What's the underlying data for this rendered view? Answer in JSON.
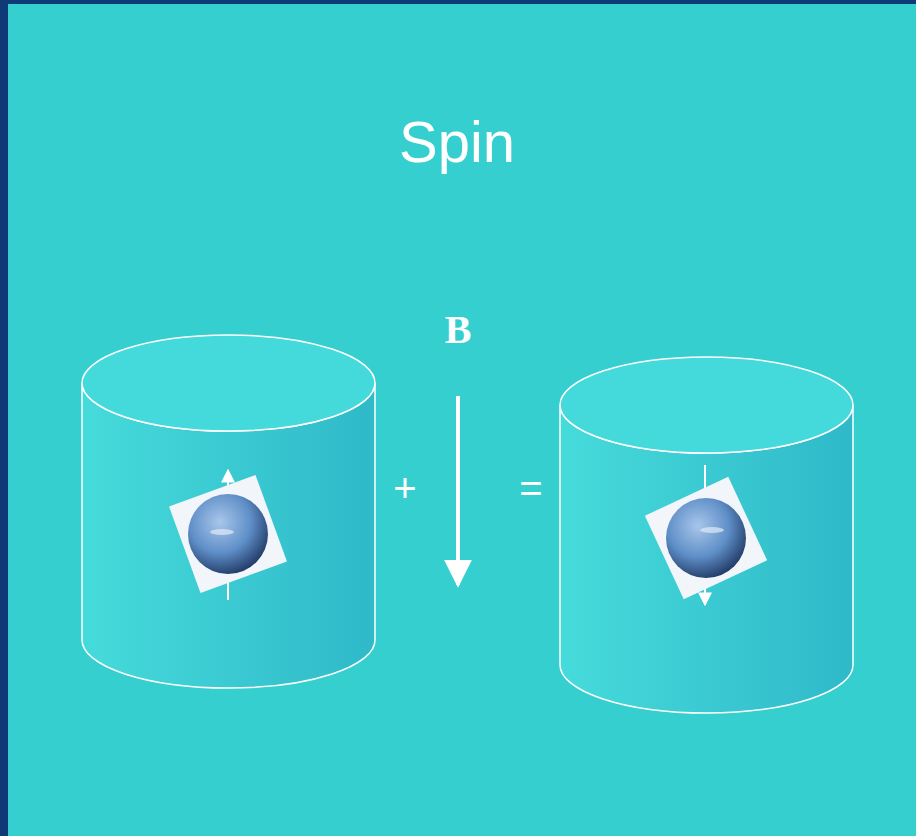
{
  "diagram": {
    "title": "Spin",
    "labels": [
      "B",
      "+",
      "="
    ]
  }
}
